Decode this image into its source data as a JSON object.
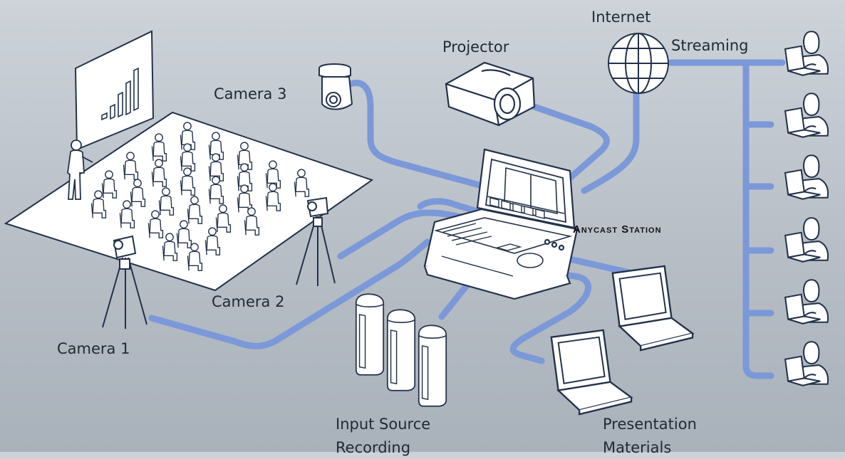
{
  "labels": {
    "internet": "Internet",
    "streaming": "Streaming",
    "projector": "Projector",
    "camera3": "Camera 3",
    "camera2": "Camera 2",
    "camera1": "Camera 1",
    "anycast_station": "Anycast Station",
    "input_source_line1": "Input Source",
    "input_source_line2": "Recording",
    "presentation_line1": "Presentation",
    "presentation_line2": "Materials"
  },
  "colors": {
    "cable": "#7b98d8",
    "outline": "#23324a",
    "device_fill": "#ffffff",
    "background_top": "#cdd3d9",
    "background_bottom": "#a9b1ba"
  },
  "icons": {
    "viewer": "person-with-laptop-icon",
    "globe": "globe-icon",
    "projector": "projector-icon",
    "ptz_camera": "ptz-camera-icon",
    "tripod_camera": "camera-on-tripod-icon",
    "laptop": "laptop-icon",
    "storage": "storage-drive-icon",
    "presenter": "presenter-icon",
    "screen": "presentation-screen-icon",
    "audience": "audience-icon",
    "switcher": "live-production-switcher-icon"
  },
  "streaming_viewers": 6,
  "recording_drives": 3,
  "presentation_laptops": 2
}
